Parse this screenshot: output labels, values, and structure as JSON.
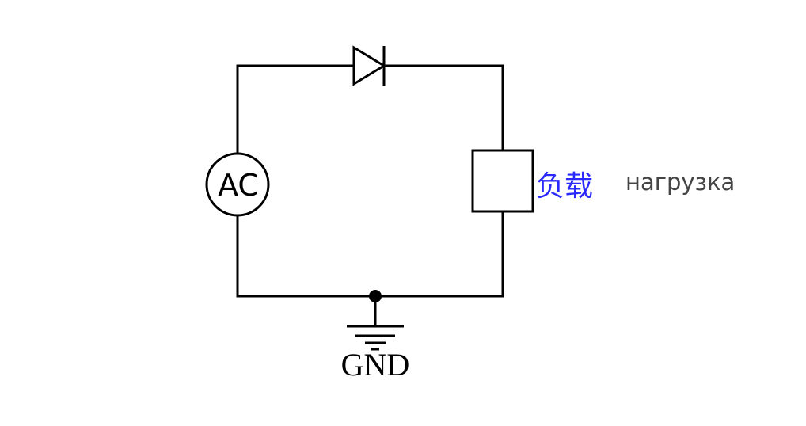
{
  "source": {
    "label": "AC"
  },
  "load": {
    "label_zh": "负载",
    "label_ru": "нагрузка"
  },
  "ground": {
    "label": "GND"
  },
  "colors": {
    "wire": "#000000",
    "load_label_zh": "#2a2aff",
    "load_label_ru": "#444444"
  }
}
